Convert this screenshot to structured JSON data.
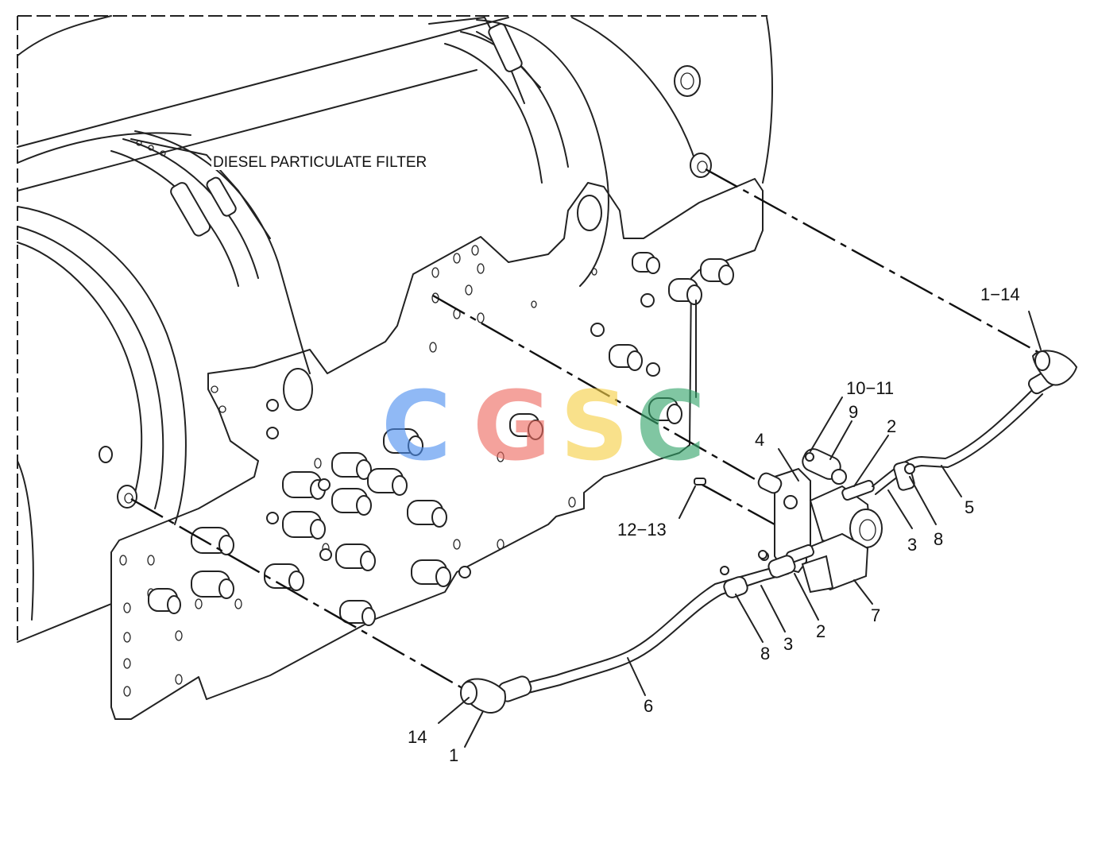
{
  "caption": "DIESEL PARTICULATE FILTER",
  "watermark": {
    "letters": [
      "C",
      "G",
      "S",
      "C"
    ],
    "colors": [
      "#4d8ff0",
      "#ee6a60",
      "#f6cf45",
      "#33a46a"
    ]
  },
  "callouts": [
    {
      "id": "1-14",
      "text": "1−14"
    },
    {
      "id": "10-11",
      "text": "10−11"
    },
    {
      "id": "9",
      "text": "9"
    },
    {
      "id": "2-top",
      "text": "2"
    },
    {
      "id": "4",
      "text": "4"
    },
    {
      "id": "5",
      "text": "5"
    },
    {
      "id": "3-right",
      "text": "3"
    },
    {
      "id": "8-right",
      "text": "8"
    },
    {
      "id": "12-13",
      "text": "12−13"
    },
    {
      "id": "7",
      "text": "7"
    },
    {
      "id": "2-bottom",
      "text": "2"
    },
    {
      "id": "3-bottom",
      "text": "3"
    },
    {
      "id": "8-bottom",
      "text": "8"
    },
    {
      "id": "6",
      "text": "6"
    },
    {
      "id": "14",
      "text": "14"
    },
    {
      "id": "1",
      "text": "1"
    }
  ]
}
